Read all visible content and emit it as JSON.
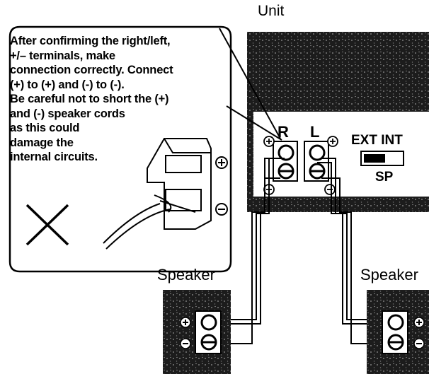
{
  "unit_label": "Unit",
  "callout": {
    "lines": [
      "After confirming the right/left,",
      "+/– terminals, make",
      "connection correctly. Connect",
      "(+) to (+) and (-) to (-).",
      "Be careful not to short the (+)",
      "and (-) speaker cords",
      "as this could",
      "damage the",
      "internal circuits."
    ]
  },
  "terminals": {
    "right": "R",
    "left": "L"
  },
  "switch": {
    "top_label": "EXT INT",
    "bottom_label": "SP"
  },
  "speakers": {
    "left_label": "Speaker",
    "right_label": "Speaker"
  },
  "symbols": {
    "plus": "+",
    "minus": "−"
  },
  "colors": {
    "ink": "#000000",
    "panel": "#1c1c1c",
    "paper": "#ffffff"
  }
}
